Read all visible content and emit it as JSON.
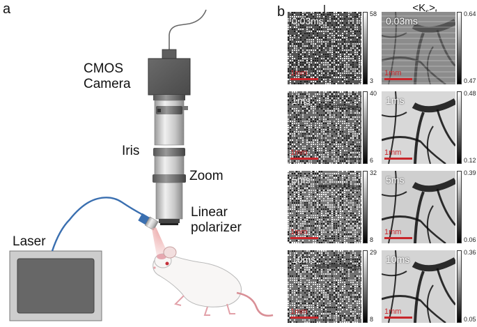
{
  "panel_a": {
    "letter": "a",
    "labels": {
      "camera": [
        "CMOS",
        "Camera"
      ],
      "iris": "Iris",
      "zoom": "Zoom",
      "polarizer": [
        "Linear",
        "polarizer"
      ],
      "laser": "Laser"
    }
  },
  "panel_b": {
    "letter": "b",
    "col_headers": {
      "intensity": "I",
      "contrast": "<K",
      "contrast_sub": "s",
      "contrast_suffix": ">",
      "contrast_t": "t"
    },
    "scale_label": "1mm",
    "rows": [
      {
        "exposure": "0.03ms",
        "i_max": "58",
        "i_min": "3",
        "k_max": "0.64",
        "k_min": "0.47"
      },
      {
        "exposure": "1ms",
        "i_max": "40",
        "i_min": "6",
        "k_max": "0.48",
        "k_min": "0.12"
      },
      {
        "exposure": "5ms",
        "i_max": "32",
        "i_min": "8",
        "k_max": "0.39",
        "k_min": "0.06"
      },
      {
        "exposure": "10ms",
        "i_max": "29",
        "i_min": "8",
        "k_max": "0.36",
        "k_min": "0.05"
      }
    ]
  },
  "colors": {
    "scale_red": "#c8262b",
    "laser_beam": "#e8a0a0",
    "cable_blue": "#3a6fb0",
    "camera_dark": "#5a5a5a",
    "lens_gray": "#c8c8c8"
  }
}
